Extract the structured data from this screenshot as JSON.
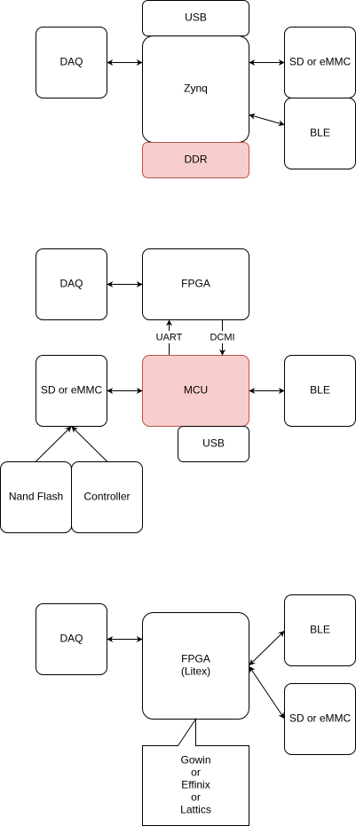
{
  "diagram1": {
    "usb": "USB",
    "daq": "DAQ",
    "zynq": "Zynq",
    "sd": "SD or eMMC",
    "ble": "BLE",
    "ddr": "DDR"
  },
  "diagram2": {
    "daq": "DAQ",
    "fpga": "FPGA",
    "uart": "UART",
    "dcmi": "DCMI",
    "sd": "SD or eMMC",
    "mcu": "MCU",
    "ble": "BLE",
    "usb": "USB",
    "nand": "Nand Flash",
    "controller": "Controller"
  },
  "diagram3": {
    "daq": "DAQ",
    "fpga_lines": [
      "FPGA",
      "(Litex)"
    ],
    "ble": "BLE",
    "sd": "SD or eMMC",
    "note_lines": [
      "Gowin",
      "or",
      "Effinix",
      "or",
      "Lattics"
    ]
  },
  "colors": {
    "highlight_fill": "#f8cecc",
    "highlight_stroke": "#b85450"
  }
}
